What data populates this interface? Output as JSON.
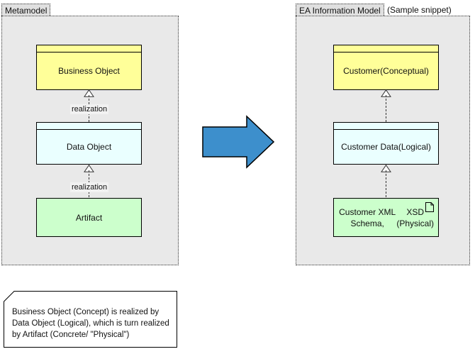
{
  "diagram": {
    "title_left": "Metamodel",
    "title_right": "EA Information Model",
    "title_right_suffix": "(Sample snippet)"
  },
  "metamodel": {
    "nodes": [
      {
        "id": "business-object",
        "label": "Business Object",
        "type": "business-object",
        "color": "#ffff99"
      },
      {
        "id": "data-object",
        "label": "Data Object",
        "type": "data-object",
        "color": "#eaffff"
      },
      {
        "id": "artifact",
        "label": "Artifact",
        "type": "artifact",
        "color": "#ccffcc",
        "icon": "document-icon"
      }
    ],
    "relations": [
      {
        "from": "data-object",
        "to": "business-object",
        "label": "realization"
      },
      {
        "from": "artifact",
        "to": "data-object",
        "label": "realization"
      }
    ]
  },
  "information_model": {
    "nodes": [
      {
        "id": "customer",
        "label": "Customer\n(Conceptual)",
        "line1": "Customer",
        "line2": "(Conceptual)",
        "type": "business-object",
        "color": "#ffff99"
      },
      {
        "id": "customer-data",
        "label": "Customer Data\n(Logical)",
        "line1": "Customer Data",
        "line2": "(Logical)",
        "type": "data-object",
        "color": "#eaffff"
      },
      {
        "id": "customer-xml-schema",
        "label": "Customer XML Schema, XSD (Physical)",
        "line1": "Customer XML Schema,",
        "line2": "XSD (Physical)",
        "type": "artifact",
        "color": "#ccffcc",
        "icon": "document-icon"
      }
    ],
    "relations": [
      {
        "from": "customer-data",
        "to": "customer",
        "label": ""
      },
      {
        "from": "customer-xml-schema",
        "to": "customer-data",
        "label": ""
      }
    ]
  },
  "mapping_arrow": {
    "name": "mapping-arrow",
    "direction": "right",
    "color": "#3d8fcc"
  },
  "note": {
    "line1": "Business Object (Concept) is realized by",
    "line2": "Data Object (Logical), which is turn realized",
    "line3": "by Artifact (Concrete/ \"Physical\")"
  }
}
